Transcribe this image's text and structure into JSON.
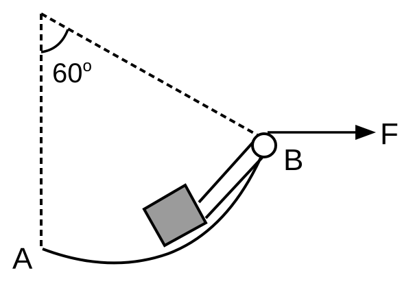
{
  "angle_label": "60",
  "angle_unit": "o",
  "point_a_label": "A",
  "point_b_label": "B",
  "force_label": "F",
  "colors": {
    "stroke": "#000000",
    "block_fill": "#9b9b9b",
    "pulley_fill": "#ffffff",
    "background": "#ffffff"
  }
}
